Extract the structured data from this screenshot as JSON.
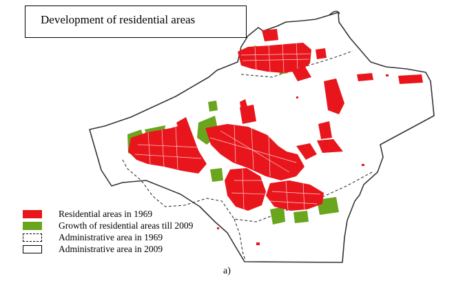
{
  "title": "Development of residential areas",
  "legend": {
    "items": [
      {
        "label": "Residential areas in 1969",
        "swatch": "solid",
        "color": "#e8161c"
      },
      {
        "label": "Growth of residential areas till 2009",
        "swatch": "solid",
        "color": "#6aa51e"
      },
      {
        "label": "Administrative area in 1969",
        "swatch": "dashed-outline",
        "color": "#000000"
      },
      {
        "label": "Administrative area in 2009",
        "swatch": "solid-outline",
        "color": "#000000"
      }
    ]
  },
  "caption": "a)",
  "colors": {
    "residential_1969": "#e8161c",
    "growth_2009": "#6aa51e",
    "boundary": "#333333"
  }
}
